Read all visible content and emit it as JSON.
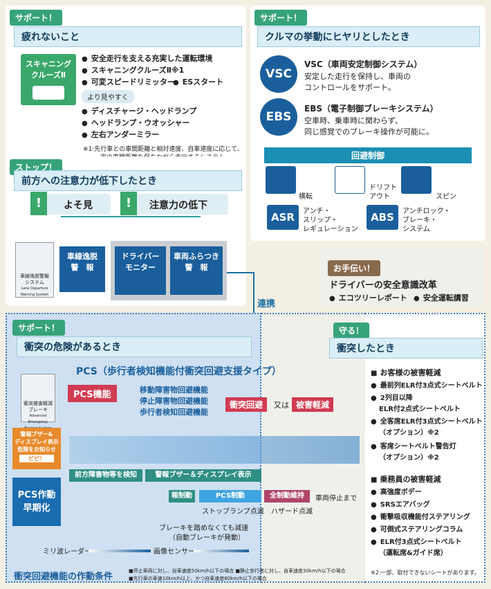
{
  "support_tag": "サポート！",
  "stop_tag": "ストップ！",
  "help_tag": "お手伝い！",
  "protect_tag": "守る！",
  "fatigue": {
    "title": "疲れないこと",
    "scan_label_1": "スキャニング",
    "scan_label_2": "クルーズⅡ",
    "items": [
      "安全走行を支える充実した運転環境",
      "スキャニングクルーズⅡ※1",
      "可変スピードリミッター",
      "ESスタート"
    ],
    "easy_label": "より見やすく",
    "items2": [
      "ディスチャージ・ヘッドランプ",
      "ヘッドランプ・ウオッシャー",
      "左右アンダーミラー"
    ],
    "note_1": "※1:先行車との車間距離と相対速度、自車速度に応じて、",
    "note_2": "一定の車間距離を保ちながら走行するシステム。"
  },
  "behavior": {
    "title": "クルマの挙動にヒヤリとしたとき",
    "vsc_badge": "VSC",
    "vsc_title": "VSC（車両安定制御システム）",
    "vsc_desc_1": "安定した走行を保持し、車両の",
    "vsc_desc_2": "コントロールをサポート。",
    "ebs_badge": "EBS",
    "ebs_title": "EBS（電子制御ブレーキシステム）",
    "ebs_desc_1": "空車時、乗車時に関わらず、",
    "ebs_desc_2": "同じ感覚でのブレーキ操作が可能に。",
    "avoid_title": "回避制御",
    "icons": [
      "横転",
      "ドリフト",
      "アウト",
      "スピン"
    ],
    "asr": "ASR",
    "asr_l1": "アンチ・",
    "asr_l2": "スリップ・",
    "asr_l3": "レギュレーション",
    "abs": "ABS",
    "abs_l1": "アンチロック・",
    "abs_l2": "ブレーキ・",
    "abs_l3": "システム"
  },
  "attention": {
    "title": "前方への注意力が低下したとき",
    "yosomi": "よそ見",
    "decline": "注意力の低下",
    "ldw_1": "車線逸脱警報",
    "ldw_2": "システム",
    "ldw_en": "Lane Departure Warning System",
    "lane_1": "車線逸脱",
    "lane_2": "警　報",
    "monitor_1": "ドライバー",
    "monitor_2": "モニター",
    "wobble_1": "車両ふらつき",
    "wobble_2": "警　報",
    "link": "連携"
  },
  "help": {
    "title": "ドライバーの安全意識改革",
    "items": [
      "エコツリーレポート",
      "安全運転講習"
    ]
  },
  "collision": {
    "title": "衝突の危険があるとき",
    "pcs_title": "PCS（歩行者検知機能付衝突回避支援タイプ）",
    "aebs_1": "衝突被害軽減",
    "aebs_2": "ブレーキ",
    "aebs_en": "Advanced Emergency Braking System",
    "pcs_func": "PCS機能",
    "funcs": [
      "移動障害物回避機能",
      "停止障害物回避機能",
      "歩行者検知回避機能"
    ],
    "avoid": "衝突回避",
    "or": "又は",
    "mitigate": "被害軽減",
    "buzzer_1": "警報ブザー&",
    "buzzer_2": "ディスプレイ表示",
    "buzzer_3": "危険をお知らせ",
    "beep": "ピピ！",
    "early_1": "PCS作動",
    "early_2": "早期化",
    "bar1": "前方障害物等を検知",
    "bar2": "警報ブザー＆ディスプレイ表示",
    "bar3": "報制動",
    "bar4": "PCS制動",
    "bar5": "全制動維持",
    "stop_lamp": "ストップランプ点滅",
    "hazard": "ハザード点滅",
    "stop_note": "車両停止まで",
    "auto_brake_1": "ブレーキを踏めなくても減速",
    "auto_brake_2": "（自動ブレーキが発動）",
    "radar": "ミリ波レーダー",
    "camera": "画像センサー",
    "cond_title": "衝突回避機能の作動条件",
    "cond_1": "■停止車両に対し、自車速度50km/h以下の場合 ■静止歩行者に対し、自車速度30km/h以下の場合",
    "cond_2": "■先行車の車速10km/h以上、かつ自車速度80km/h以下の場合"
  },
  "crash": {
    "title": "衝突したとき",
    "passenger_head": "お客様の被害軽減",
    "passenger_items": [
      "最前列ELR付3点式シートベルト",
      "2列目以降",
      "全客席ELR付3点式シートベルト",
      "客席シートベルト警告灯"
    ],
    "passenger_sub": [
      "ELR付2点式シートベルト",
      "（オプション）※2",
      "（オプション）※2"
    ],
    "crew_head": "乗務員の被害軽減",
    "crew_items": [
      "高強度ボデー",
      "SRSエアバッグ",
      "衝撃吸収機能付ステアリング",
      "可倒式ステアリングコラム",
      "ELR付3点式シートベルト"
    ],
    "crew_sub": "（運転席&ガイド席）",
    "note": "※2:一部、取付できないシートがあります。"
  }
}
